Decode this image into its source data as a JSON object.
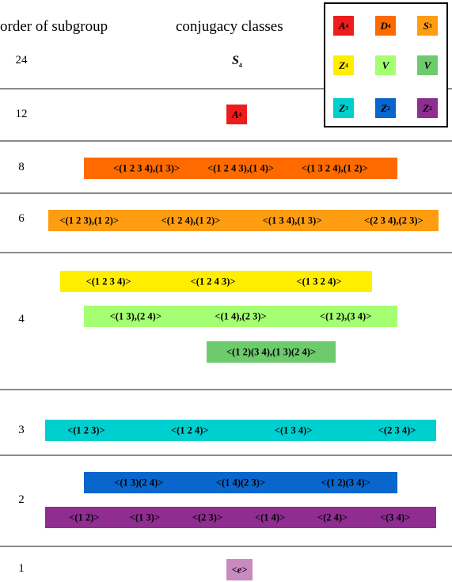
{
  "headers": {
    "order": "order of subgroup",
    "classes": "conjugacy classes"
  },
  "orders": [
    "24",
    "12",
    "8",
    "6",
    "4",
    "3",
    "2",
    "1"
  ],
  "colors": {
    "A4": "#ee1c1c",
    "D4": "#ff6a00",
    "S3": "#ff9d12",
    "Z4": "#ffee00",
    "V": "#a4ff72",
    "V2": "#6dcb6d",
    "Z3": "#00cfcf",
    "Z2a": "#0866cc",
    "Z2b": "#8f2d91",
    "e": "#c98ac0"
  },
  "top": {
    "s4": {
      "letter": "S",
      "sub": "4"
    },
    "a4": {
      "letter": "A",
      "sub": "4"
    }
  },
  "legend": [
    {
      "letter": "A",
      "sub": "4"
    },
    {
      "letter": "D",
      "sub": "4"
    },
    {
      "letter": "S",
      "sub": "3"
    },
    {
      "letter": "Z",
      "sub": "4"
    },
    {
      "letter": "V",
      "sub": ""
    },
    {
      "letter": "V",
      "sub": ""
    },
    {
      "letter": "Z",
      "sub": "3"
    },
    {
      "letter": "Z",
      "sub": "2"
    },
    {
      "letter": "Z",
      "sub": "2"
    }
  ],
  "rows": {
    "d4": [
      "<(1 2 3 4),(1 3)>",
      "<(1 2 4 3),(1 4)>",
      "<(1 3 2 4),(1 2)>"
    ],
    "s3": [
      "<(1 2 3),(1 2)>",
      "<(1 2 4),(1 2)>",
      "<(1 3 4),(1 3)>",
      "<(2 3 4),(2 3)>"
    ],
    "z4": [
      "<(1 2 3 4)>",
      "<(1 2 4 3)>",
      "<(1 3 2 4)>"
    ],
    "v": [
      "<(1 3),(2 4)>",
      "<(1 4),(2 3)>",
      "<(1 2),(3 4)>"
    ],
    "v2": [
      "<(1 2)(3 4),(1 3)(2 4)>"
    ],
    "z3": [
      "<(1 2 3)>",
      "<(1 2 4)>",
      "<(1 3 4)>",
      "<(2 3 4)>"
    ],
    "z2a": [
      "<(1 3)(2 4)>",
      "<(1 4)(2 3)>",
      "<(1 2)(3 4)>"
    ],
    "z2b": [
      "<(1 2)>",
      "<(1 3)>",
      "<(2 3)>",
      "<(1 4)>",
      "<(2 4)>",
      "<(3 4)>"
    ],
    "e": "<e>"
  }
}
